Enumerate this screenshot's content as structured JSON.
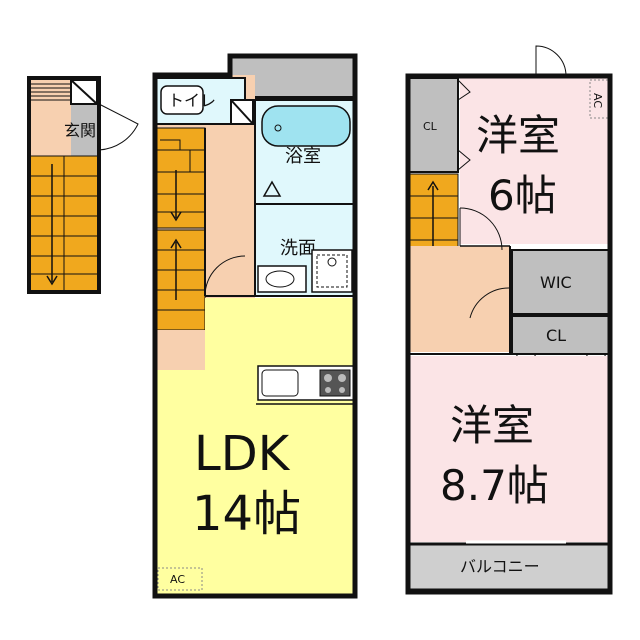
{
  "rooms": {
    "entrance": {
      "label": "玄関"
    },
    "toilet": {
      "label": "トイレ"
    },
    "bath": {
      "label": "浴室"
    },
    "washroom": {
      "label": "洗面"
    },
    "ldk": {
      "label_line1": "LDK",
      "label_line2": "14帖",
      "ac": "AC"
    },
    "western_room_1": {
      "label_line1": "洋室",
      "label_line2": "6帖",
      "ac": "AC"
    },
    "western_room_2": {
      "label_line1": "洋室",
      "label_line2": "8.7帖"
    },
    "closet_1": {
      "label": "CL"
    },
    "closet_2": {
      "label": "CL"
    },
    "walk_in_closet": {
      "label": "WIC"
    },
    "balcony": {
      "label": "バルコニー"
    }
  },
  "colors": {
    "wall": "#111111",
    "stairs": "#f0a81e",
    "wood_floor": "#f7d0b0",
    "ldk_floor": "#ffffa0",
    "bedroom_floor": "#fbe4e6",
    "wet_area": "#e0f8fc",
    "storage": "#bfbfbf",
    "balcony": "#cfcfcf",
    "entrance_tile": "#bfbfbf"
  }
}
